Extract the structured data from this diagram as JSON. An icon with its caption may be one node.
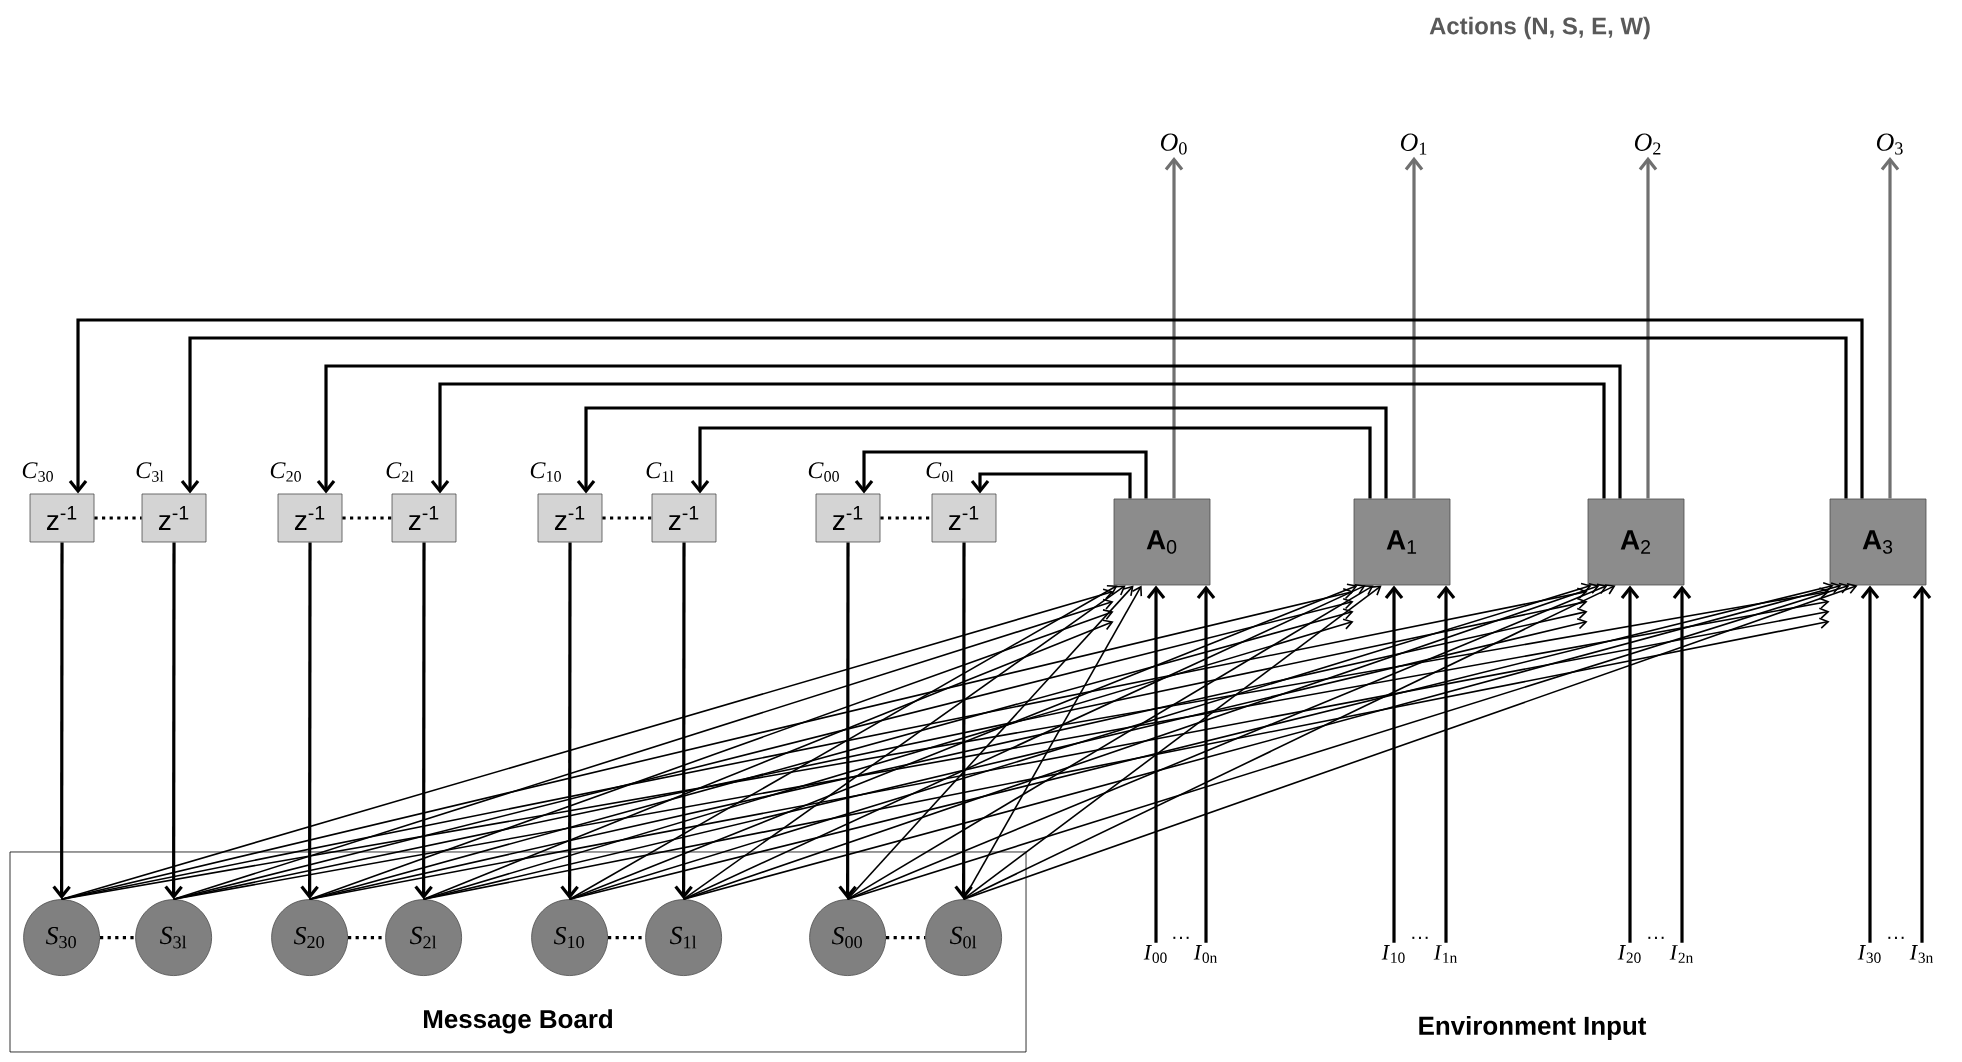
{
  "diagram": {
    "nodes": [
      {
        "text": [
          "*O*$_{0}$"
        ]
      },
      {
        "text": [
          "*O*$_{1}$"
        ]
      },
      {
        "text": [
          "*O*$_{2}$"
        ]
      },
      {
        "text": [
          "*O*$_{3}$"
        ]
      },
      {
        "text": [
          "z$^{-1}$"
        ],
        "beside": [
          "*C*$_{30}$"
        ]
      },
      {
        "text": [
          "z$^{-1}$"
        ],
        "beside": [
          "*C*$_{3l}$"
        ]
      },
      {
        "text": [
          "z$^{-1}$"
        ],
        "beside": [
          "*C*$_{20}$"
        ]
      },
      {
        "text": [
          "z$^{-1}$"
        ],
        "beside": [
          "*C*$_{2l}$"
        ]
      },
      {
        "text": [
          "z$^{-1}$"
        ],
        "beside": [
          "*C*$_{10}$"
        ]
      },
      {
        "text": [
          "z$^{-1}$"
        ],
        "beside": [
          "*C*$_{1l}$"
        ]
      },
      {
        "text": [
          "z$^{-1}$"
        ],
        "beside": [
          "*C*$_{00}$"
        ]
      },
      {
        "text": [
          "z$^{-1}$"
        ],
        "beside": [
          "*C*$_{0l}$"
        ]
      },
      {
        "text": [
          "**A**$_{0}$"
        ]
      },
      {
        "text": [
          "**A**$_{1}$"
        ]
      },
      {
        "text": [
          "**A**$_{2}$"
        ]
      },
      {
        "text": [
          "**A**$_{3}$"
        ]
      },
      {
        "text": [
          "Message Board"
        ]
      },
      {
        "text": [
          "*S*$_{30}$"
        ],
        "in": 16
      },
      {
        "text": [
          "*S*$_{3l}$"
        ],
        "in": 16
      },
      {
        "text": [
          "*S*$_{20}$"
        ],
        "in": 16
      },
      {
        "text": [
          "*S*$_{2l}$"
        ],
        "in": 16
      },
      {
        "text": [
          "*S*$_{10}$"
        ],
        "in": 16
      },
      {
        "text": [
          "*S*$_{1l}$"
        ],
        "in": 16
      },
      {
        "text": [
          "*S*$_{00}$"
        ],
        "in": 16
      },
      {
        "text": [
          "*S*$_{0l}$"
        ],
        "in": 16
      },
      {
        "text": [
          "*I*$_{00}$"
        ]
      },
      {
        "text": [
          "*I*$_{0n}$"
        ]
      },
      {
        "text": [
          "*I*$_{10}$"
        ]
      },
      {
        "text": [
          "*I*$_{1n}$"
        ]
      },
      {
        "text": [
          "*I*$_{20}$"
        ]
      },
      {
        "text": [
          "*I*$_{2n}$"
        ]
      },
      {
        "text": [
          "*I*$_{30}$"
        ]
      },
      {
        "text": [
          "*I*$_{3n}$"
        ]
      }
    ],
    "edges": [
      {
        "from": 12,
        "to": 0,
        "arrow": "to",
        "color": "#707070"
      },
      {
        "from": 13,
        "to": 1,
        "arrow": "to",
        "color": "#707070"
      },
      {
        "from": 14,
        "to": 2,
        "arrow": "to",
        "color": "#707070"
      },
      {
        "from": 15,
        "to": 3,
        "arrow": "to",
        "color": "#707070"
      },
      {
        "from": 12,
        "to": 10,
        "arrow": "to"
      },
      {
        "from": 12,
        "to": 11,
        "arrow": "to"
      },
      {
        "from": 13,
        "to": 8,
        "arrow": "to"
      },
      {
        "from": 13,
        "to": 9,
        "arrow": "to"
      },
      {
        "from": 14,
        "to": 6,
        "arrow": "to"
      },
      {
        "from": 14,
        "to": 7,
        "arrow": "to"
      },
      {
        "from": 15,
        "to": 4,
        "arrow": "to"
      },
      {
        "from": 15,
        "to": 5,
        "arrow": "to"
      },
      {
        "from": 4,
        "to": 17,
        "arrow": "to"
      },
      {
        "from": 5,
        "to": 18,
        "arrow": "to"
      },
      {
        "from": 6,
        "to": 19,
        "arrow": "to"
      },
      {
        "from": 7,
        "to": 20,
        "arrow": "to"
      },
      {
        "from": 8,
        "to": 21,
        "arrow": "to"
      },
      {
        "from": 9,
        "to": 22,
        "arrow": "to"
      },
      {
        "from": 10,
        "to": 23,
        "arrow": "to"
      },
      {
        "from": 11,
        "to": 24,
        "arrow": "to"
      },
      {
        "from": 4,
        "to": 5,
        "arrow": "none",
        "style": "dashed"
      },
      {
        "from": 6,
        "to": 7,
        "arrow": "none",
        "style": "dashed"
      },
      {
        "from": 8,
        "to": 9,
        "arrow": "none",
        "style": "dashed"
      },
      {
        "from": 10,
        "to": 11,
        "arrow": "none",
        "style": "dashed"
      },
      {
        "from": 17,
        "to": 18,
        "arrow": "none",
        "style": "dashed"
      },
      {
        "from": 19,
        "to": 20,
        "arrow": "none",
        "style": "dashed"
      },
      {
        "from": 21,
        "to": 22,
        "arrow": "none",
        "style": "dashed"
      },
      {
        "from": 23,
        "to": 24,
        "arrow": "none",
        "style": "dashed"
      },
      {
        "from": 17,
        "to": 12,
        "arrow": "to"
      },
      {
        "from": 17,
        "to": 13,
        "arrow": "to"
      },
      {
        "from": 17,
        "to": 14,
        "arrow": "to"
      },
      {
        "from": 17,
        "to": 15,
        "arrow": "to"
      },
      {
        "from": 18,
        "to": 12,
        "arrow": "to"
      },
      {
        "from": 18,
        "to": 13,
        "arrow": "to"
      },
      {
        "from": 18,
        "to": 14,
        "arrow": "to"
      },
      {
        "from": 18,
        "to": 15,
        "arrow": "to"
      },
      {
        "from": 19,
        "to": 12,
        "arrow": "to"
      },
      {
        "from": 19,
        "to": 13,
        "arrow": "to"
      },
      {
        "from": 19,
        "to": 14,
        "arrow": "to"
      },
      {
        "from": 19,
        "to": 15,
        "arrow": "to"
      },
      {
        "from": 20,
        "to": 12,
        "arrow": "to"
      },
      {
        "from": 20,
        "to": 13,
        "arrow": "to"
      },
      {
        "from": 20,
        "to": 14,
        "arrow": "to"
      },
      {
        "from": 20,
        "to": 15,
        "arrow": "to"
      },
      {
        "from": 21,
        "to": 12,
        "arrow": "to"
      },
      {
        "from": 21,
        "to": 13,
        "arrow": "to"
      },
      {
        "from": 21,
        "to": 14,
        "arrow": "to"
      },
      {
        "from": 21,
        "to": 15,
        "arrow": "to"
      },
      {
        "from": 22,
        "to": 12,
        "arrow": "to"
      },
      {
        "from": 22,
        "to": 13,
        "arrow": "to"
      },
      {
        "from": 22,
        "to": 14,
        "arrow": "to"
      },
      {
        "from": 22,
        "to": 15,
        "arrow": "to"
      },
      {
        "from": 23,
        "to": 12,
        "arrow": "to"
      },
      {
        "from": 23,
        "to": 13,
        "arrow": "to"
      },
      {
        "from": 23,
        "to": 14,
        "arrow": "to"
      },
      {
        "from": 23,
        "to": 15,
        "arrow": "to"
      },
      {
        "from": 24,
        "to": 12,
        "arrow": "to"
      },
      {
        "from": 24,
        "to": 13,
        "arrow": "to"
      },
      {
        "from": 24,
        "to": 14,
        "arrow": "to"
      },
      {
        "from": 24,
        "to": 15,
        "arrow": "to"
      },
      {
        "from": 25,
        "to": 12,
        "arrow": "to"
      },
      {
        "from": 26,
        "to": 12,
        "arrow": "to"
      },
      {
        "from": 27,
        "to": 13,
        "arrow": "to"
      },
      {
        "from": 28,
        "to": 13,
        "arrow": "to"
      },
      {
        "from": 29,
        "to": 14,
        "arrow": "to"
      },
      {
        "from": 30,
        "to": 14,
        "arrow": "to"
      },
      {
        "from": 31,
        "to": 15,
        "arrow": "to"
      },
      {
        "from": 32,
        "to": 15,
        "arrow": "to"
      }
    ],
    "labels": [
      "Actions (N, S, E, W)",
      "···",
      "···",
      "···",
      "···",
      "Environment Input"
    ]
  }
}
